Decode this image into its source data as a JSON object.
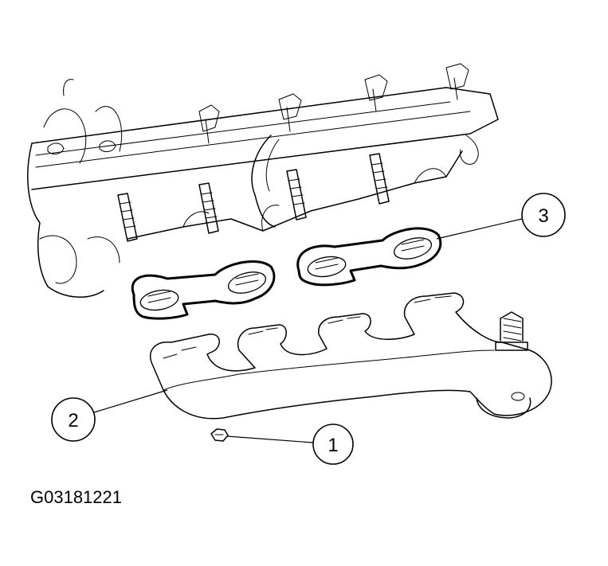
{
  "figure": {
    "id_code": "G03181221",
    "callouts": [
      {
        "number": "1",
        "part": "nut"
      },
      {
        "number": "2",
        "part": "exhaust manifold"
      },
      {
        "number": "3",
        "part": "gaskets"
      }
    ]
  },
  "colors": {
    "line": "#000000",
    "background": "#ffffff"
  }
}
